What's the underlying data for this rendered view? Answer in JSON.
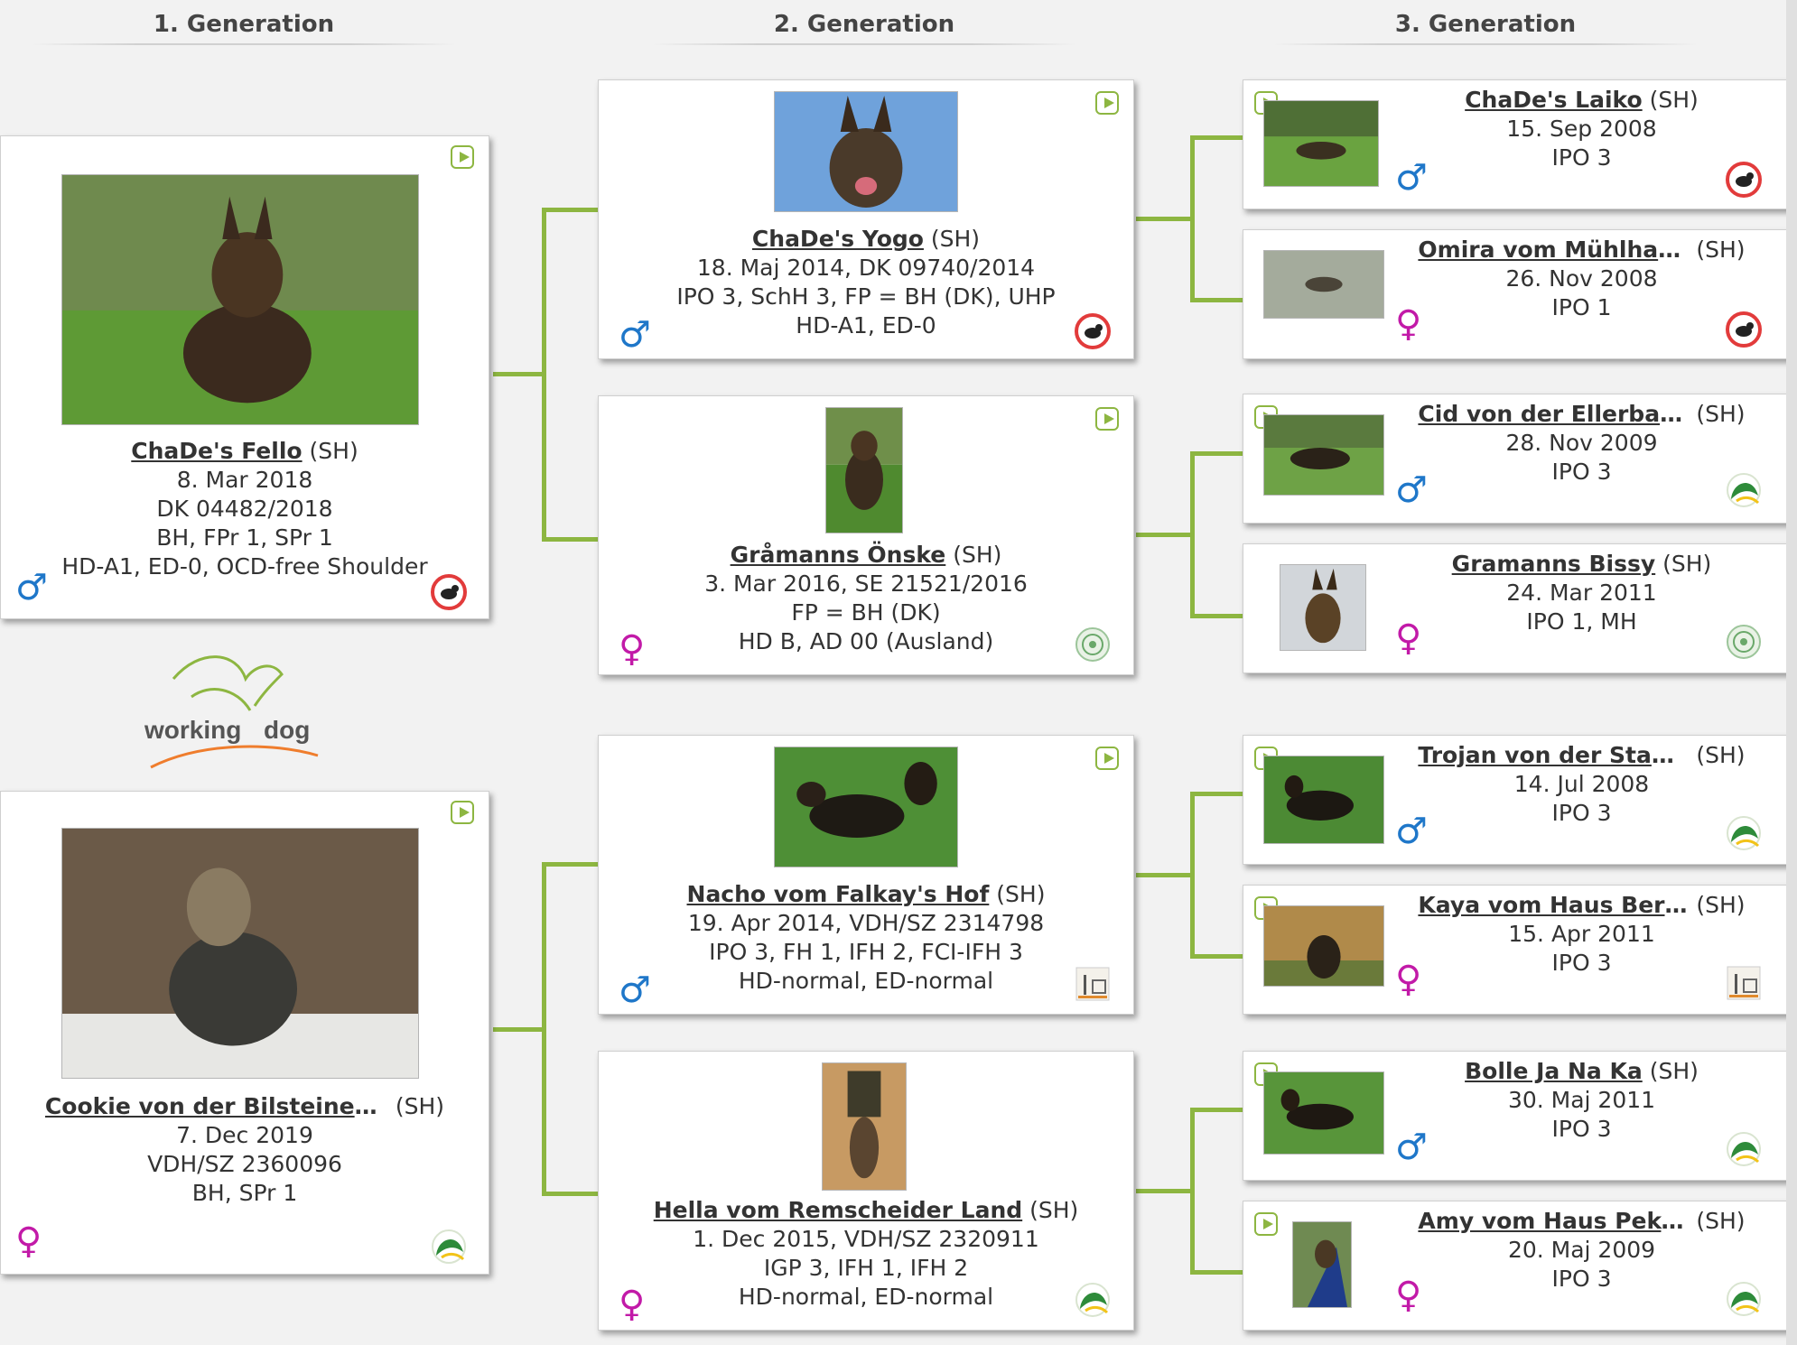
{
  "headers": [
    "1. Generation",
    "2. Generation",
    "3. Generation"
  ],
  "logo": {
    "word1": "working",
    "word2": "dog"
  },
  "gen1": [
    {
      "name": "ChaDe's Fello",
      "suffix": "(SH)",
      "lines": [
        "8. Mar 2018",
        "DK 04482/2018",
        "BH, FPr 1, SPr 1",
        "HD-A1, ED-0, OCD-free Shoulder"
      ],
      "sex": "♂",
      "badge": "red-dog-badge-icon"
    },
    {
      "name": "Cookie von der Bilsteiner Fr...",
      "suffix": "(SH)",
      "lines": [
        "7. Dec 2019",
        "VDH/SZ 2360096",
        "BH, SPr 1"
      ],
      "sex": "♀",
      "badge": "green-leaf-badge-icon"
    }
  ],
  "gen2": [
    {
      "name": "ChaDe's Yogo",
      "suffix": "(SH)",
      "lines": [
        "18. Maj 2014, DK 09740/2014",
        "IPO 3, SchH 3, FP = BH (DK), UHP",
        "HD-A1, ED-0"
      ],
      "sex": "♂",
      "badge": "red-dog-badge-icon"
    },
    {
      "name": "Gråmanns Önske",
      "suffix": "(SH)",
      "lines": [
        "3. Mar 2016, SE 21521/2016",
        "FP = BH (DK)",
        "HD B, AD 00 (Ausland)"
      ],
      "sex": "♀",
      "badge": "green-seal-badge-icon"
    },
    {
      "name": "Nacho vom Falkay's Hof",
      "suffix": "(SH)",
      "lines": [
        "19. Apr 2014, VDH/SZ 2314798",
        "IPO 3, FH 1, IFH 2, FCI-IFH 3",
        "HD-normal, ED-normal"
      ],
      "sex": "♂",
      "badge": "tracking-badge-icon"
    },
    {
      "name": "Hella vom Remscheider Land",
      "suffix": "(SH)",
      "lines": [
        "1. Dec 2015, VDH/SZ 2320911",
        "IGP 3, IFH 1, IFH 2",
        "HD-normal, ED-normal"
      ],
      "sex": "♀",
      "badge": "green-leaf-badge-icon"
    }
  ],
  "gen3": [
    {
      "name": "ChaDe's Laiko",
      "suffix": "(SH)",
      "lines": [
        "15. Sep 2008",
        "IPO 3"
      ],
      "sex": "♂",
      "badge": "red-dog-badge-icon"
    },
    {
      "name": "Omira vom Mühlham...",
      "suffix": "(SH)",
      "lines": [
        "26. Nov 2008",
        "IPO 1"
      ],
      "sex": "♀",
      "badge": "red-dog-badge-icon"
    },
    {
      "name": "Cid von der Ellerbach...",
      "suffix": "(SH)",
      "lines": [
        "28. Nov 2009",
        "IPO 3"
      ],
      "sex": "♂",
      "badge": "green-leaf-badge-icon"
    },
    {
      "name": "Gramanns Bissy",
      "suffix": "(SH)",
      "lines": [
        "24. Mar 2011",
        "IPO 1, MH"
      ],
      "sex": "♀",
      "badge": "green-seal-badge-icon"
    },
    {
      "name": "Trojan von der Staats...",
      "suffix": "(SH)",
      "lines": [
        "14. Jul 2008",
        "IPO 3"
      ],
      "sex": "♂",
      "badge": "green-leaf-badge-icon"
    },
    {
      "name": "Kaya vom Haus Beren...",
      "suffix": "(SH)",
      "lines": [
        "15. Apr 2011",
        "IPO 3"
      ],
      "sex": "♀",
      "badge": "tracking-badge-icon"
    },
    {
      "name": "Bolle Ja Na Ka",
      "suffix": "(SH)",
      "lines": [
        "30. Maj 2011",
        "IPO 3"
      ],
      "sex": "♂",
      "badge": "green-leaf-badge-icon"
    },
    {
      "name": "Amy vom Haus Peker...",
      "suffix": "(SH)",
      "lines": [
        "20. Maj 2009",
        "IPO 3"
      ],
      "sex": "♀",
      "badge": "green-leaf-badge-icon"
    }
  ],
  "colors": {
    "connector": "#8db641",
    "male": "#1f77c9",
    "female": "#c21aa8",
    "red_badge": "#e23b3b"
  }
}
